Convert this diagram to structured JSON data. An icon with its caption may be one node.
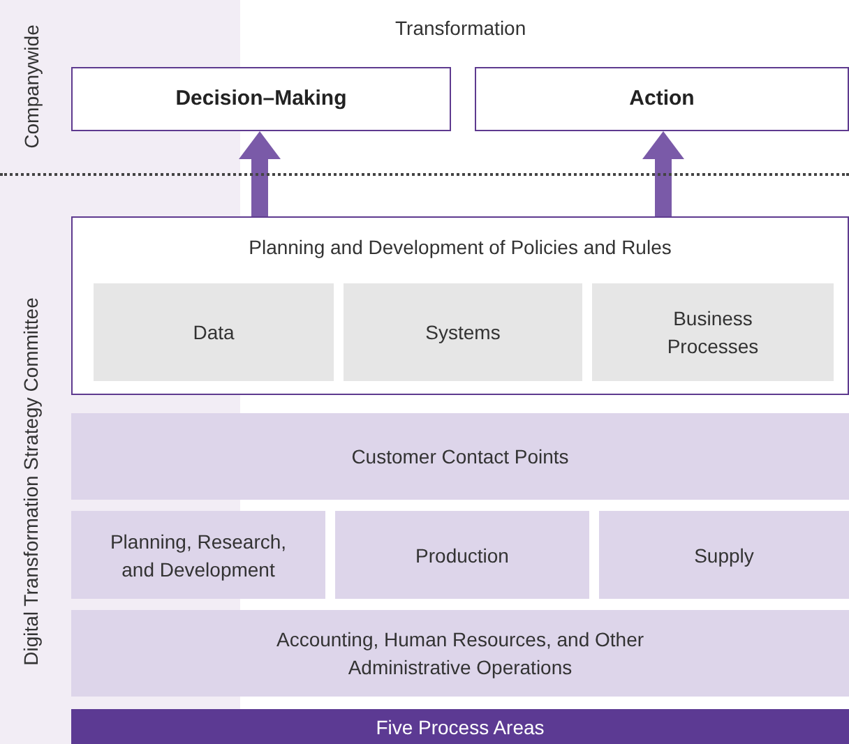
{
  "diagram": {
    "nodes": [
      {
        "text": [
          "Decision–Making"
        ]
      },
      {
        "text": [
          "Action"
        ]
      },
      {
        "text": [
          "Planning and Development of Policies and Rules"
        ]
      },
      {
        "text": [
          "Data"
        ],
        "in": 2
      },
      {
        "text": [
          "Systems"
        ],
        "in": 2
      },
      {
        "text": [
          "Business Processes"
        ],
        "in": 2
      },
      {
        "text": [
          "Customer Contact Points"
        ]
      },
      {
        "text": [
          "Planning, Research, and Development"
        ]
      },
      {
        "text": [
          "Production"
        ]
      },
      {
        "text": [
          "Supply"
        ]
      },
      {
        "text": [
          "Accounting, Human Resources, and Other Administrative Operations"
        ]
      },
      {
        "text": [
          "Five Process Areas"
        ]
      }
    ],
    "edges": [
      {
        "from": 2,
        "to": 0,
        "arrow": "to"
      },
      {
        "from": 2,
        "to": 1,
        "arrow": "to"
      }
    ],
    "labels": [
      "Companywide",
      "Transformation",
      "Digital Transformation Strategy Committee"
    ]
  }
}
